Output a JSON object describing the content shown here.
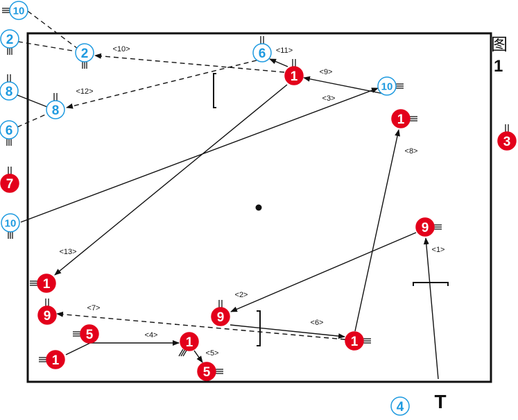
{
  "figure": {
    "label_char": "图",
    "label_num": "1"
  },
  "colors": {
    "red": "#e3001b",
    "blue": "#1e9ae0",
    "line": "#111111",
    "white": "#ffffff"
  },
  "players": [
    {
      "id": "p-red-1-top",
      "team": "red",
      "number": "1",
      "ticks": "above"
    },
    {
      "id": "p-red-1-right",
      "team": "red",
      "number": "1",
      "ticks": "right"
    },
    {
      "id": "p-red-1-left",
      "team": "red",
      "number": "1",
      "ticks": "left"
    },
    {
      "id": "p-red-1-bottom-left",
      "team": "red",
      "number": "1",
      "ticks": "left"
    },
    {
      "id": "p-red-1-center-bottom",
      "team": "red",
      "number": "1",
      "ticks": "below-left"
    },
    {
      "id": "p-red-1-bottom-right",
      "team": "red",
      "number": "1",
      "ticks": "right"
    },
    {
      "id": "p-red-9-right",
      "team": "red",
      "number": "9",
      "ticks": "right"
    },
    {
      "id": "p-red-9-left",
      "team": "red",
      "number": "9",
      "ticks": "above"
    },
    {
      "id": "p-red-9-center",
      "team": "red",
      "number": "9",
      "ticks": "above"
    },
    {
      "id": "p-red-5-top",
      "team": "red",
      "number": "5",
      "ticks": "left"
    },
    {
      "id": "p-red-5-bottom",
      "team": "red",
      "number": "5",
      "ticks": "right"
    },
    {
      "id": "p-red-3",
      "team": "red",
      "number": "3",
      "ticks": "above"
    },
    {
      "id": "p-red-7",
      "team": "red",
      "number": "7",
      "ticks": "above"
    },
    {
      "id": "p-blue-10-top",
      "team": "blue",
      "number": "10",
      "ticks": "left"
    },
    {
      "id": "p-blue-2-outside",
      "team": "blue",
      "number": "2",
      "ticks": "below"
    },
    {
      "id": "p-blue-2-field",
      "team": "blue",
      "number": "2",
      "ticks": "below"
    },
    {
      "id": "p-blue-8-outside",
      "team": "blue",
      "number": "8",
      "ticks": "above"
    },
    {
      "id": "p-blue-8-field",
      "team": "blue",
      "number": "8",
      "ticks": "above"
    },
    {
      "id": "p-blue-6-outside",
      "team": "blue",
      "number": "6",
      "ticks": "below"
    },
    {
      "id": "p-blue-6-field",
      "team": "blue",
      "number": "6",
      "ticks": "above"
    },
    {
      "id": "p-blue-10-left",
      "team": "blue",
      "number": "10",
      "ticks": "below"
    },
    {
      "id": "p-blue-10-right",
      "team": "blue",
      "number": "10",
      "ticks": "right"
    },
    {
      "id": "p-blue-4",
      "team": "blue",
      "number": "4",
      "ticks": "none"
    }
  ],
  "arrows": [
    {
      "id": "arrow-1",
      "label": "<1>",
      "style": "solid"
    },
    {
      "id": "arrow-2",
      "label": "<2>",
      "style": "solid"
    },
    {
      "id": "arrow-3",
      "label": "<3>",
      "style": "solid"
    },
    {
      "id": "arrow-4",
      "label": "<4>",
      "style": "solid"
    },
    {
      "id": "arrow-5",
      "label": "<5>",
      "style": "solid"
    },
    {
      "id": "arrow-6",
      "label": "<6>",
      "style": "solid"
    },
    {
      "id": "arrow-7",
      "label": "<7>",
      "style": "dashed"
    },
    {
      "id": "arrow-8",
      "label": "<8>",
      "style": "solid"
    },
    {
      "id": "arrow-9",
      "label": "<9>",
      "style": "solid"
    },
    {
      "id": "arrow-10",
      "label": "<10>",
      "style": "dashed"
    },
    {
      "id": "arrow-11",
      "label": "<11>",
      "style": "solid"
    },
    {
      "id": "arrow-12",
      "label": "<12>",
      "style": "dashed"
    },
    {
      "id": "arrow-13",
      "label": "<13>",
      "style": "solid"
    }
  ],
  "goal_marker": {
    "label": "T"
  }
}
